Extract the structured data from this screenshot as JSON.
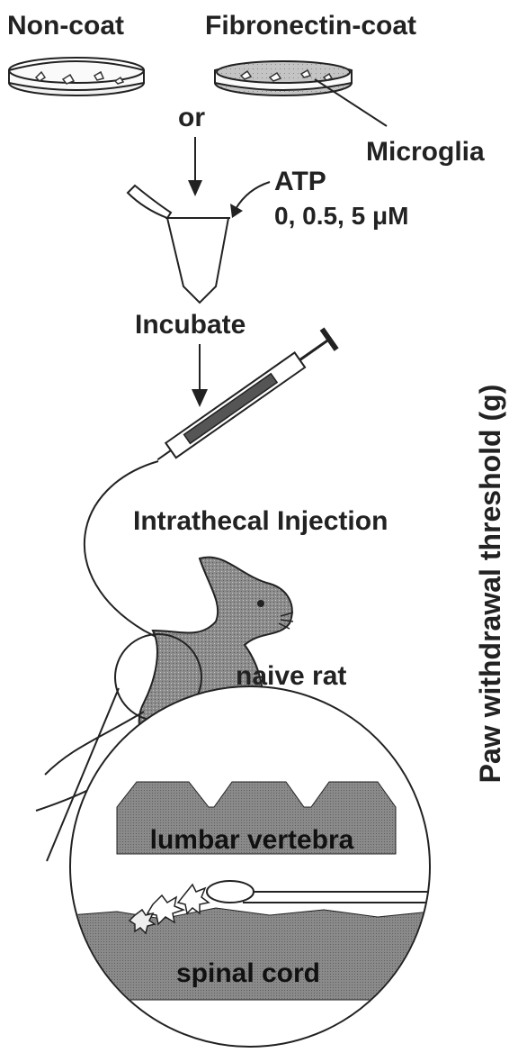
{
  "labels": {
    "non_coat": "Non-coat",
    "fibronectin_coat": "Fibronectin-coat",
    "or": "or",
    "microglia": "Microglia",
    "atp": "ATP",
    "atp_conc": "0, 0.5, 5 μM",
    "incubate": "Incubate",
    "injection": "Intrathecal Injection",
    "naive_rat": "naive rat",
    "lumbar_vertebra": "lumbar vertebra",
    "spinal_cord": "spinal cord",
    "y_axis": "Paw withdrawal threshold (g)"
  },
  "colors": {
    "ink": "#222222",
    "rat_fill": "#8a8a8a",
    "vertebra_fill": "#7a7a7a",
    "cord_fill": "#9a9a9a"
  }
}
